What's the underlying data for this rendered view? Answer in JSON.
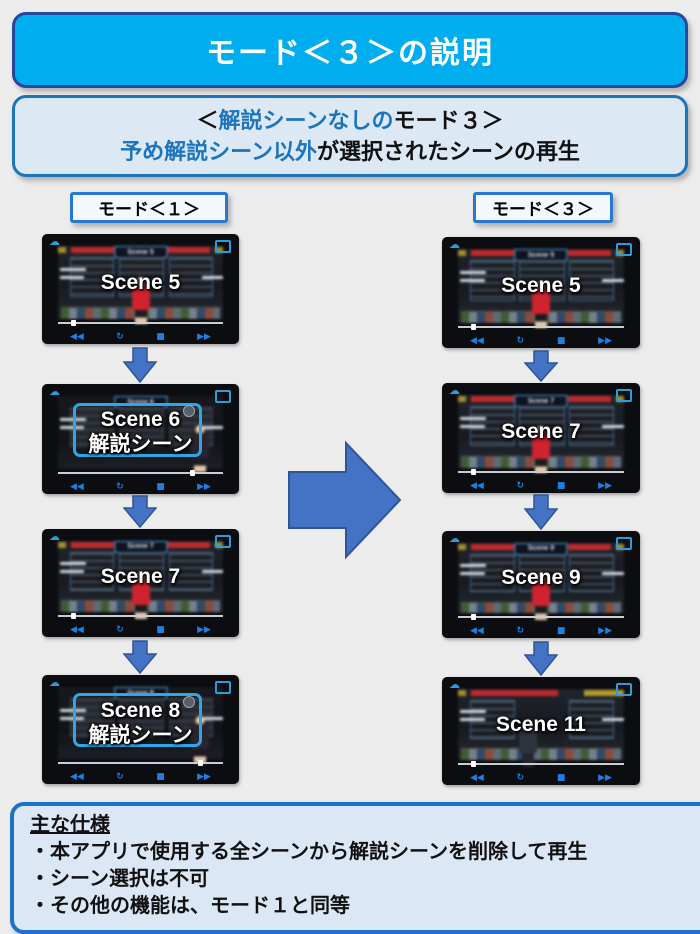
{
  "title": "モード＜３＞の説明",
  "subtitle": {
    "l1a": "＜",
    "l1b": "解説シーンなしの",
    "l1c": "モード３＞",
    "l2a": "予め解説シーン以外",
    "l2b": "が選択されたシーンの再生"
  },
  "mode1": {
    "label": "モード＜１＞",
    "scenes": [
      {
        "name": "Scene 5"
      },
      {
        "name": "Scene 6",
        "sub": "解説シーン"
      },
      {
        "name": "Scene 7"
      },
      {
        "name": "Scene 8",
        "sub": "解説シーン"
      }
    ]
  },
  "mode3": {
    "label": "モード＜３＞",
    "scenes": [
      {
        "name": "Scene 5"
      },
      {
        "name": "Scene 7"
      },
      {
        "name": "Scene 9"
      },
      {
        "name": "Scene 11"
      }
    ]
  },
  "player": {
    "rewind": "◀◀",
    "replay": "↻",
    "stop": "■",
    "forward": "▶▶"
  },
  "spec": {
    "heading": "主な仕様",
    "bullets": [
      "・本アプリで使用する全シーンから解説シーンを削除して再生",
      "・シーン選択は不可",
      "・その他の機能は、モード１と同等"
    ]
  },
  "colors": {
    "title_bg": "#00AEEF",
    "title_border": "#28469C",
    "accent_blue": "#1C75BC",
    "panel_bg": "#DDE8F5",
    "arrow_fill": "#4472C4",
    "arrow_border": "#2F5597",
    "highlight_cyan": "#2DA7E8"
  }
}
